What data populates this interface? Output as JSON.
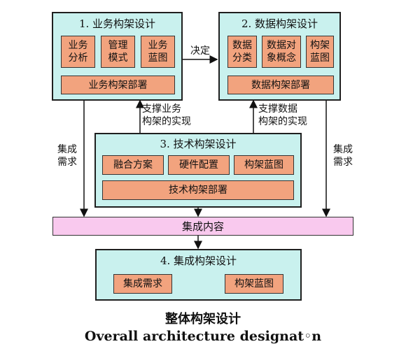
{
  "business": {
    "title": "1. 业务构架设计",
    "items": [
      "业务\n分析",
      "管理\n模式",
      "业务\n蓝图"
    ],
    "footer": "业务构架部署"
  },
  "data": {
    "title": "2. 数据构架设计",
    "items": [
      "数据\n分类",
      "数据对\n象概念",
      "构架\n蓝图"
    ],
    "footer": "数据构架部署"
  },
  "tech": {
    "title": "3. 技术构架设计",
    "items": [
      "融合方案",
      "硬件配置",
      "构架蓝图"
    ],
    "footer": "技术构架部署"
  },
  "integration_bar": "集成内容",
  "integration": {
    "title": "4. 集成构架设计",
    "items": [
      "集成需求",
      "构架蓝图"
    ]
  },
  "labels": {
    "decide": "决定",
    "support_business": "支撑业务\n构架的实现",
    "support_data": "支撑数据\n构架的实现",
    "integration_need_left": "集成\n需求",
    "integration_need_right": "集成\n需求"
  },
  "caption": {
    "zh": "整体构架设计",
    "en": "Overall architecture designat◦n"
  },
  "colors": {
    "panel": "#c9f1ee",
    "chip": "#f2a37e",
    "bar": "#f9c9ee"
  }
}
